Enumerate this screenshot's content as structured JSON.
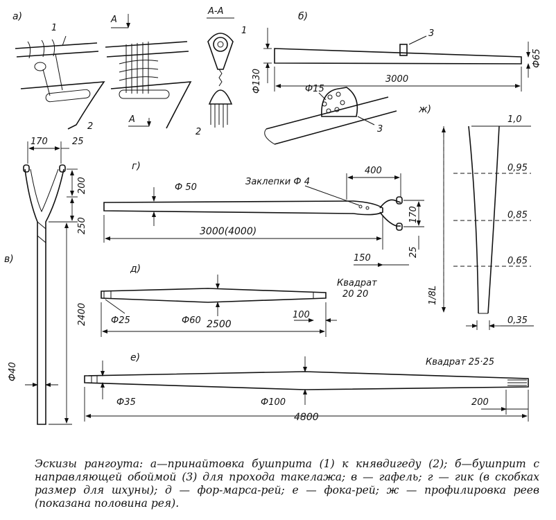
{
  "labels": {
    "a": "а)",
    "b": "б)",
    "v": "в)",
    "g": "г)",
    "d": "д)",
    "e": "е)",
    "zh": "ж)"
  },
  "a_part": {
    "section_a": "А",
    "section_a2": "А",
    "section_aa": "А-А",
    "num1": "1",
    "num1b": "1",
    "num2": "2",
    "num2b": "2"
  },
  "b_part": {
    "phi130": "Ф130",
    "phi65": "Ф65",
    "len": "3000",
    "phi15": "Ф15",
    "num3": "3",
    "num3b": "3"
  },
  "v_part": {
    "w170": "170",
    "w25": "25",
    "h200": "200",
    "h250": "250",
    "len2400": "2400",
    "phi40": "Ф40"
  },
  "g_part": {
    "phi50": "Ф 50",
    "rivets": "Заклепки Ф 4",
    "len400": "400",
    "len3000": "3000(4000)",
    "w170": "170",
    "w25": "25",
    "len150": "150"
  },
  "d_part": {
    "square": "Квадрат",
    "square_size": "20 20",
    "phi25": "Ф25",
    "phi60": "Ф60",
    "len2500": "2500",
    "len100": "100"
  },
  "e_part": {
    "square": "Квадрат 25·25",
    "phi35": "Ф35",
    "phi100": "Ф100",
    "len200": "200",
    "len4800": "4800"
  },
  "zh_part": {
    "r10": "1,0",
    "r095": "0,95",
    "r085": "0,85",
    "r065": "0,65",
    "r035": "0,35",
    "len": "1/8L"
  },
  "caption": "Эскизы рангоута: а—принайтовка бушприта (1) к княвдигеду (2); б—бушприт с направляющей обоймой (3) для прохода такелажа; в — гафель; г — гик (в скобках размер для шхуны); д — фор-марса-рей; е — фока-рей; ж — профилировка реев (показана половина  рея)."
}
